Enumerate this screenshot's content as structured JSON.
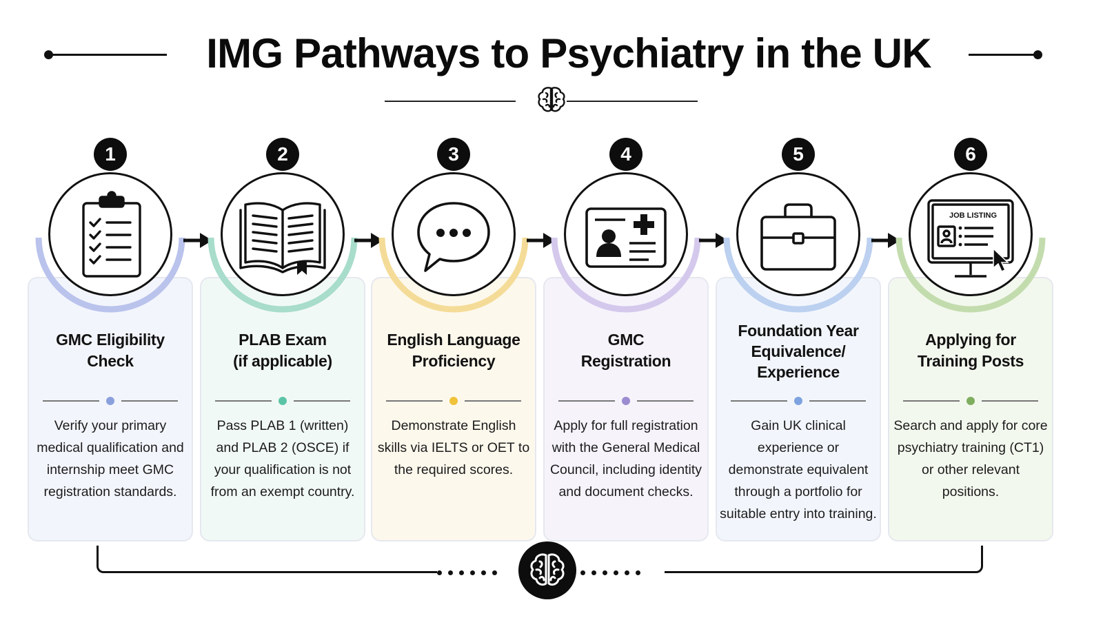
{
  "header": {
    "title": "IMG Pathways to Psychiatry in the UK",
    "divider_icon": "brain-icon"
  },
  "steps": [
    {
      "number": "1",
      "title": "GMC Eligibility Check",
      "title_lines": [
        "GMC Eligibility",
        "Check"
      ],
      "description": "Verify your primary medical qualification and internship meet GMC registration standards.",
      "icon": "clipboard-checklist-icon",
      "accent": "#b9c3ec",
      "tint": "#f3f5fc"
    },
    {
      "number": "2",
      "title": "PLAB Exam (if applicable)",
      "title_lines": [
        "PLAB Exam",
        "(if applicable)"
      ],
      "description": "Pass PLAB 1 (written) and PLAB 2 (OSCE) if your qualification is not from an exempt country.",
      "icon": "open-book-icon",
      "accent": "#a8dccb",
      "tint": "#f1f9f6"
    },
    {
      "number": "3",
      "title": "English Language Proficiency",
      "title_lines": [
        "English Language",
        "Proficiency"
      ],
      "description": "Demonstrate English skills via IELTS or OET to the required scores.",
      "icon": "speech-bubble-icon",
      "accent": "#f4dc98",
      "tint": "#fdf8ec"
    },
    {
      "number": "4",
      "title": "GMC Registration",
      "title_lines": [
        "GMC",
        "Registration"
      ],
      "description": "Apply for full registration with the General Medical Council, including identity and document checks.",
      "icon": "medical-id-card-icon",
      "accent": "#d4c9ec",
      "tint": "#f6f3fb"
    },
    {
      "number": "5",
      "title": "Foundation Year Equivalence/ Experience",
      "title_lines": [
        "Foundation Year",
        "Equivalence/",
        "Experience"
      ],
      "description": "Gain UK clinical experience or demonstrate equivalent through a portfolio for suitable entry into training.",
      "icon": "briefcase-icon",
      "accent": "#bcd0f0",
      "tint": "#f2f6fc"
    },
    {
      "number": "6",
      "title": "Applying for Training Posts",
      "title_lines": [
        "Applying for",
        "Training Posts"
      ],
      "description": "Search and apply for core psychiatry training (CT1) or other relevant positions.",
      "icon": "job-listing-monitor-icon",
      "icon_label": "JOB LISTING",
      "accent": "#c3dcae",
      "tint": "#f3f8ee"
    }
  ],
  "footer": {
    "icon": "brain-icon"
  }
}
